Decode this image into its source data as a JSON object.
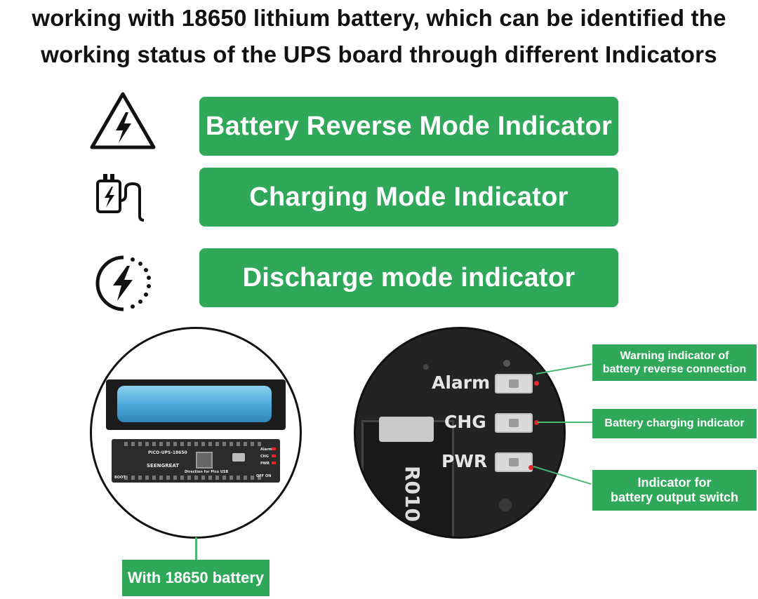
{
  "headline": {
    "line1": "working with 18650 lithium battery, which can be identified the",
    "line2": "working status of the UPS board through different Indicators"
  },
  "modes": [
    {
      "icon": "warning-lightning-icon",
      "label": "Battery Reverse Mode Indicator"
    },
    {
      "icon": "battery-charging-plug-icon",
      "label": "Charging Mode Indicator"
    },
    {
      "icon": "discharge-bolt-icon",
      "label": "Discharge mode indicator"
    }
  ],
  "left_callout": {
    "label": "With 18650 battery"
  },
  "board_silkscreen": {
    "model": "PICO-UPS-18650",
    "brand": "SEENGREAT",
    "direction": "Direction for Pico USB",
    "boot": "BOOT",
    "alarm": "Alarm",
    "chg": "CHG",
    "pwr": "PWR",
    "onoff": "OFF ON"
  },
  "zoom": {
    "alarm": "Alarm",
    "chg": "CHG",
    "pwr": "PWR",
    "resistor": "R010"
  },
  "right_callouts": {
    "alarm": {
      "line1": "Warning indicator of",
      "line2": "battery reverse connection"
    },
    "chg": {
      "line1": "Battery charging indicator"
    },
    "pwr": {
      "line1": "Indicator for",
      "line2": "battery output switch"
    }
  },
  "colors": {
    "accent": "#2fa85a",
    "board": "#2b2b2b",
    "battery": "#5db4e0",
    "led_red": "#e8232a"
  }
}
